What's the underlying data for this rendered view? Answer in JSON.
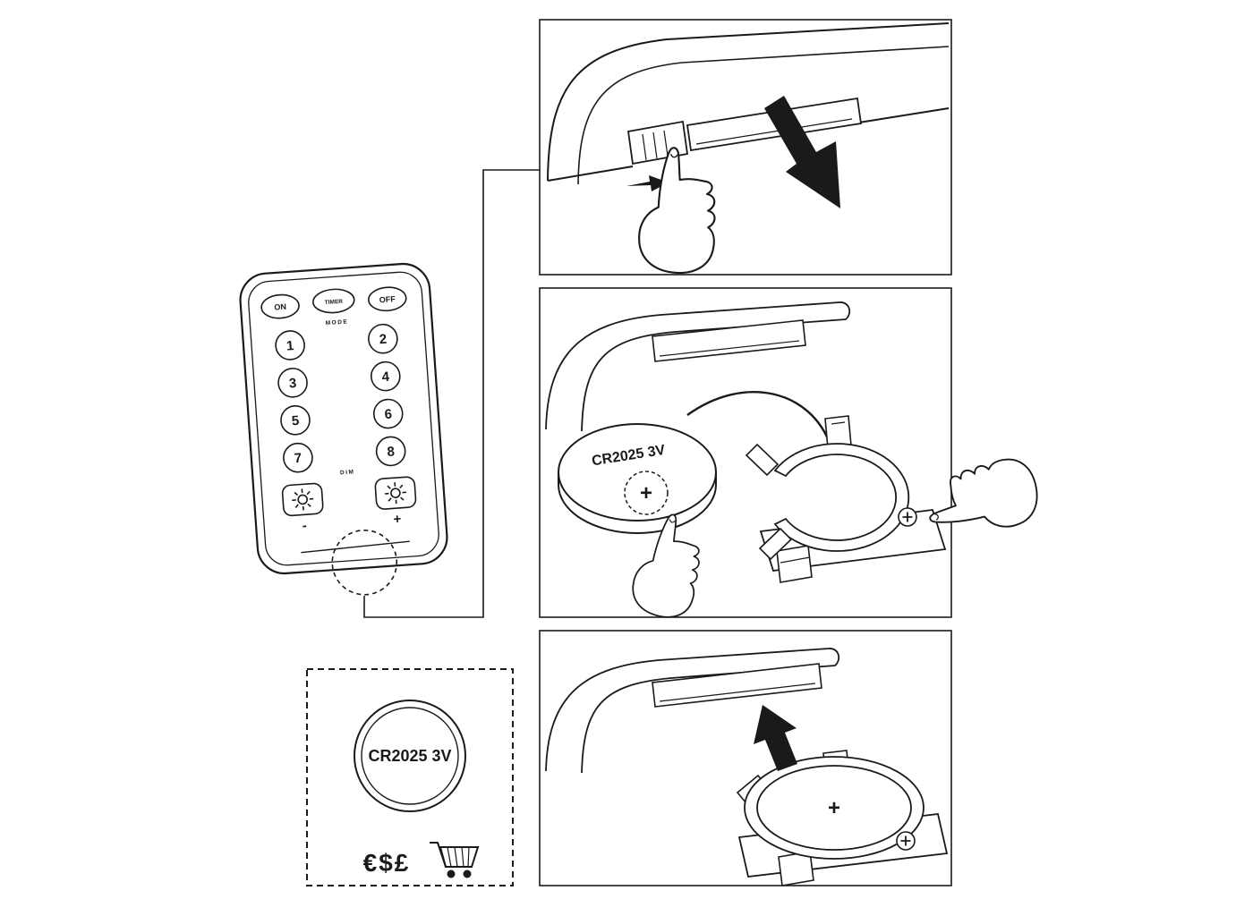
{
  "style": {
    "ink": "#1a1a1a",
    "background": "#ffffff"
  },
  "remote": {
    "buttons": {
      "on": "ON",
      "timer": "TIMER",
      "off": "OFF"
    },
    "mode_label": "MODE",
    "numbers": [
      "1",
      "2",
      "3",
      "4",
      "5",
      "6",
      "7",
      "8"
    ],
    "dim_label": "DIM",
    "brightness": {
      "minus_label": "-",
      "plus_label": "+"
    },
    "icons": {
      "brightness": "sun-icon"
    }
  },
  "steps": {
    "remove_tray": {
      "icons": [
        "pointing-hand",
        "press-arrow",
        "pull-out-arrow"
      ]
    },
    "insert_battery": {
      "battery_label": "CR2025 3V",
      "polarity_label": "+",
      "icons": [
        "pointing-hand",
        "rotate-insert-arrow",
        "phillips-screw-icon"
      ]
    },
    "close_tray": {
      "polarity_label": "+",
      "icons": [
        "push-in-arrow",
        "phillips-screw-icon"
      ]
    }
  },
  "purchase_note": {
    "battery_label": "CR2025 3V",
    "currency_symbols": "€$£",
    "icons": [
      "shopping-cart-icon"
    ]
  }
}
